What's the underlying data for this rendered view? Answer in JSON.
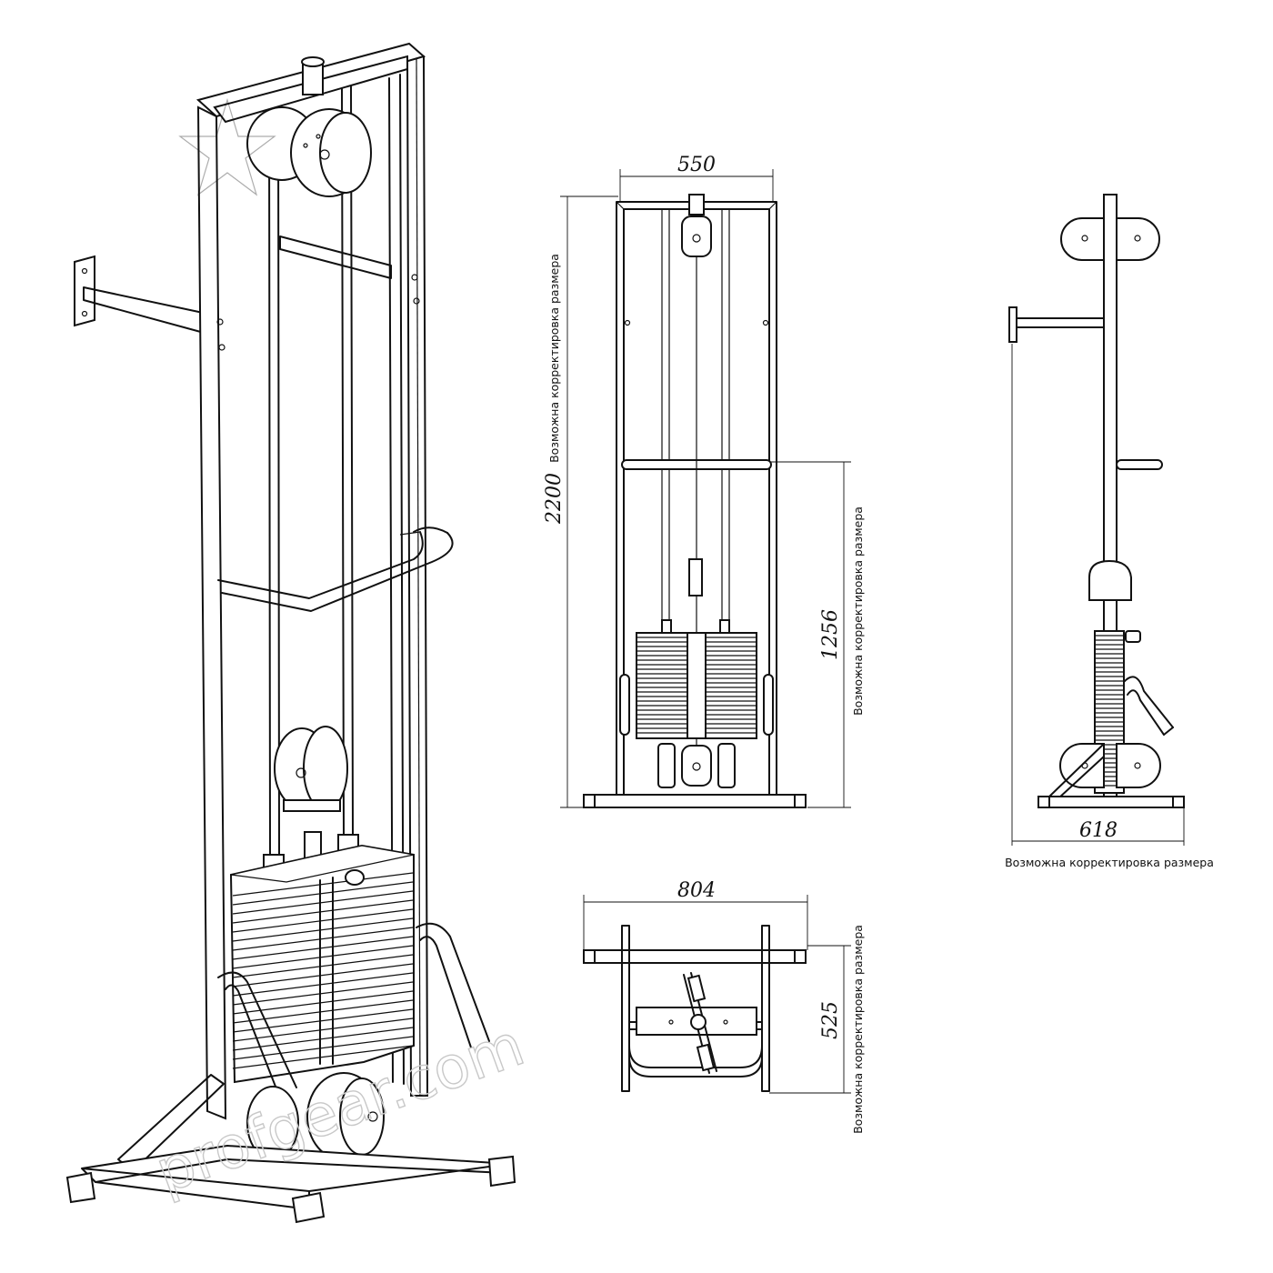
{
  "dimensions": {
    "front_width": "550",
    "front_height": "2200",
    "front_bar_height": "1256",
    "side_depth": "618",
    "top_width": "804",
    "top_depth": "525"
  },
  "notes": {
    "size_adjustable": "Возможна корректировка размера"
  },
  "watermark": {
    "text": "profgear.com"
  },
  "colors": {
    "line": "#111111",
    "background": "#ffffff",
    "watermark": "#c8c8c8"
  }
}
